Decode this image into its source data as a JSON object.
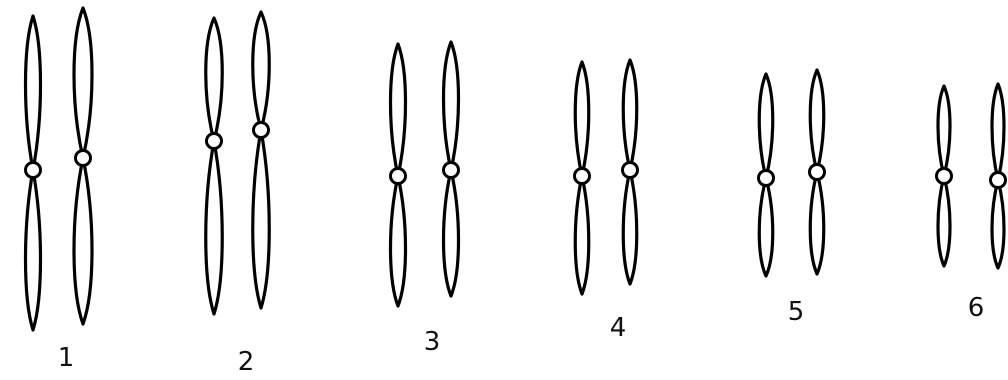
{
  "diagram": {
    "pairs": [
      {
        "label": "1"
      },
      {
        "label": "2"
      },
      {
        "label": "3"
      },
      {
        "label": "4"
      },
      {
        "label": "5"
      },
      {
        "label": "6"
      }
    ]
  }
}
